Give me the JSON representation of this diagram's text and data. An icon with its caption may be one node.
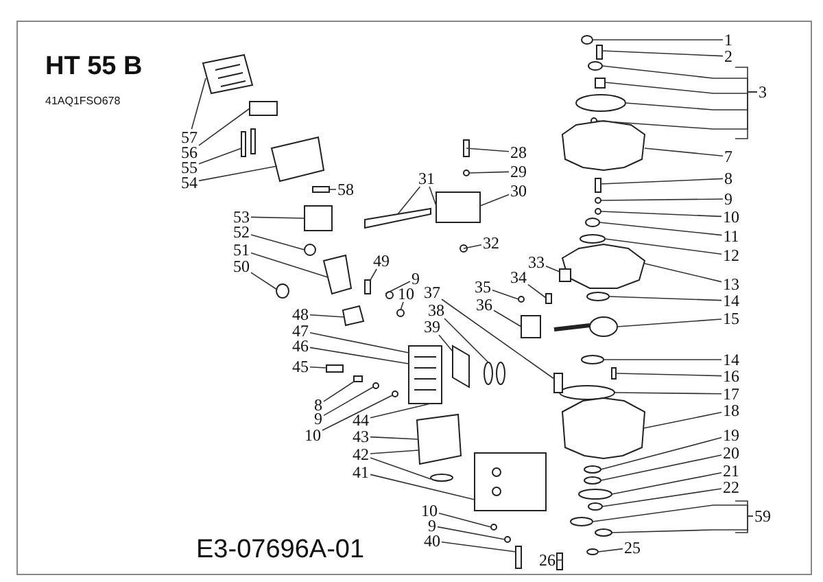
{
  "diagram": {
    "title": "HT 55 B",
    "nodes": [
      {
        "text": [
          "1"
        ]
      },
      {
        "text": [
          "2"
        ]
      },
      {
        "text": [
          "3"
        ]
      },
      {
        "text": [
          "7"
        ]
      },
      {
        "text": [
          "8"
        ]
      },
      {
        "text": [
          "9"
        ]
      },
      {
        "text": [
          "10"
        ]
      },
      {
        "text": [
          "11"
        ]
      },
      {
        "text": [
          "12"
        ]
      },
      {
        "text": [
          "13"
        ]
      },
      {
        "text": [
          "14"
        ]
      },
      {
        "text": [
          "15"
        ]
      },
      {
        "text": [
          "14"
        ]
      },
      {
        "text": [
          "16"
        ]
      },
      {
        "text": [
          "17"
        ]
      },
      {
        "text": [
          "18"
        ]
      },
      {
        "text": [
          "19"
        ]
      },
      {
        "text": [
          "20"
        ]
      },
      {
        "text": [
          "21"
        ]
      },
      {
        "text": [
          "22"
        ]
      },
      {
        "text": [
          "59"
        ]
      },
      {
        "text": [
          "25"
        ]
      },
      {
        "text": [
          "26"
        ]
      },
      {
        "text": [
          "28"
        ]
      },
      {
        "text": [
          "29"
        ]
      },
      {
        "text": [
          "30"
        ]
      },
      {
        "text": [
          "31"
        ]
      },
      {
        "text": [
          "32"
        ]
      },
      {
        "text": [
          "33"
        ]
      },
      {
        "text": [
          "34"
        ]
      },
      {
        "text": [
          "35"
        ]
      },
      {
        "text": [
          "36"
        ]
      },
      {
        "text": [
          "37"
        ]
      },
      {
        "text": [
          "38"
        ]
      },
      {
        "text": [
          "39"
        ]
      },
      {
        "text": [
          "40"
        ]
      },
      {
        "text": [
          "9"
        ]
      },
      {
        "text": [
          "10"
        ]
      },
      {
        "text": [
          "41"
        ]
      },
      {
        "text": [
          "42"
        ]
      },
      {
        "text": [
          "43"
        ]
      },
      {
        "text": [
          "44"
        ]
      },
      {
        "text": [
          "10"
        ]
      },
      {
        "text": [
          "9"
        ]
      },
      {
        "text": [
          "8"
        ]
      },
      {
        "text": [
          "45"
        ]
      },
      {
        "text": [
          "46"
        ]
      },
      {
        "text": [
          "47"
        ]
      },
      {
        "text": [
          "48"
        ]
      },
      {
        "text": [
          "10"
        ]
      },
      {
        "text": [
          "9"
        ]
      },
      {
        "text": [
          "49"
        ]
      },
      {
        "text": [
          "50"
        ]
      },
      {
        "text": [
          "51"
        ]
      },
      {
        "text": [
          "52"
        ]
      },
      {
        "text": [
          "53"
        ]
      },
      {
        "text": [
          "54"
        ]
      },
      {
        "text": [
          "55"
        ]
      },
      {
        "text": [
          "56"
        ]
      },
      {
        "text": [
          "57"
        ]
      },
      {
        "text": [
          "58"
        ]
      },
      {
        "text": [],
        "shape": "circle"
      },
      {
        "text": [],
        "shape": "box"
      },
      {
        "text": [],
        "shape": "circle"
      },
      {
        "text": [],
        "shape": "box"
      },
      {
        "text": [],
        "shape": "circle"
      },
      {
        "text": [],
        "shape": "circle"
      },
      {
        "text": [],
        "shape": "box"
      },
      {
        "text": [],
        "shape": "box"
      },
      {
        "text": [],
        "shape": "circle"
      },
      {
        "text": [],
        "shape": "circle"
      },
      {
        "text": [],
        "shape": "circle"
      },
      {
        "text": [],
        "shape": "circle"
      },
      {
        "text": [],
        "shape": "box"
      },
      {
        "text": [],
        "shape": "circle"
      },
      {
        "text": [],
        "shape": "circle"
      },
      {
        "text": [],
        "shape": "circle"
      },
      {
        "text": [],
        "shape": "box"
      },
      {
        "text": [],
        "shape": "circle"
      },
      {
        "text": [],
        "shape": "box"
      },
      {
        "text": [],
        "shape": "circle"
      },
      {
        "text": [],
        "shape": "circle"
      },
      {
        "text": [],
        "shape": "circle"
      },
      {
        "text": [],
        "shape": "circle"
      },
      {
        "text": [],
        "shape": "circle"
      },
      {
        "text": [],
        "shape": "circle"
      },
      {
        "text": [],
        "shape": "circle"
      },
      {
        "text": [],
        "shape": "box"
      },
      {
        "text": [],
        "shape": "box"
      },
      {
        "text": [],
        "shape": "circle"
      },
      {
        "text": [],
        "shape": "box"
      },
      {
        "text": [],
        "shape": "box"
      },
      {
        "text": [],
        "shape": "circle"
      },
      {
        "text": [],
        "shape": "box"
      },
      {
        "text": [],
        "shape": "box"
      },
      {
        "text": [],
        "shape": "circle"
      },
      {
        "text": [],
        "shape": "box"
      },
      {
        "text": [],
        "shape": "box"
      },
      {
        "text": [],
        "shape": "circle"
      },
      {
        "text": [],
        "shape": "box"
      },
      {
        "text": [],
        "shape": "box"
      },
      {
        "text": [],
        "shape": "circle"
      },
      {
        "text": [],
        "shape": "circle"
      },
      {
        "text": [],
        "shape": "box"
      },
      {
        "text": [],
        "shape": "box"
      },
      {
        "text": [],
        "shape": "circle"
      },
      {
        "text": [],
        "shape": "box"
      },
      {
        "text": [],
        "shape": "circle"
      },
      {
        "text": [],
        "shape": "circle"
      },
      {
        "text": [],
        "shape": "box"
      },
      {
        "text": [],
        "shape": "box"
      },
      {
        "text": [],
        "shape": "box"
      },
      {
        "text": [],
        "shape": "circle"
      },
      {
        "text": [],
        "shape": "circle"
      },
      {
        "text": [],
        "shape": "box"
      },
      {
        "text": [],
        "shape": "circle"
      },
      {
        "text": [],
        "shape": "box"
      },
      {
        "text": [],
        "shape": "circle"
      },
      {
        "text": [],
        "shape": "box"
      },
      {
        "text": [],
        "shape": "box"
      },
      {
        "text": [],
        "shape": "box"
      },
      {
        "text": [],
        "shape": "box"
      },
      {
        "text": [],
        "shape": "picture"
      },
      {
        "text": [],
        "shape": "box"
      }
    ],
    "edges": [
      {
        "from": 0,
        "to": 61,
        "arrow": "none"
      },
      {
        "from": 1,
        "to": 62,
        "arrow": "none"
      },
      {
        "from": 2,
        "to": 63,
        "arrow": "none"
      },
      {
        "from": 2,
        "to": 64,
        "arrow": "none"
      },
      {
        "from": 2,
        "to": 65,
        "arrow": "none"
      },
      {
        "from": 2,
        "to": 66,
        "arrow": "none"
      },
      {
        "from": 3,
        "to": 67,
        "arrow": "none"
      },
      {
        "from": 4,
        "to": 68,
        "arrow": "none"
      },
      {
        "from": 5,
        "to": 69,
        "arrow": "none"
      },
      {
        "from": 6,
        "to": 70,
        "arrow": "none"
      },
      {
        "from": 7,
        "to": 71,
        "arrow": "none"
      },
      {
        "from": 8,
        "to": 72,
        "arrow": "none"
      },
      {
        "from": 9,
        "to": 73,
        "arrow": "none"
      },
      {
        "from": 10,
        "to": 74,
        "arrow": "none"
      },
      {
        "from": 11,
        "to": 75,
        "arrow": "none"
      },
      {
        "from": 12,
        "to": 76,
        "arrow": "none"
      },
      {
        "from": 13,
        "to": 77,
        "arrow": "none"
      },
      {
        "from": 14,
        "to": 78,
        "arrow": "none"
      },
      {
        "from": 15,
        "to": 79,
        "arrow": "none"
      },
      {
        "from": 16,
        "to": 80,
        "arrow": "none"
      },
      {
        "from": 17,
        "to": 81,
        "arrow": "none"
      },
      {
        "from": 18,
        "to": 82,
        "arrow": "none"
      },
      {
        "from": 19,
        "to": 83,
        "arrow": "none"
      },
      {
        "from": 20,
        "to": 84,
        "arrow": "none"
      },
      {
        "from": 20,
        "to": 85,
        "arrow": "none"
      },
      {
        "from": 21,
        "to": 86,
        "arrow": "none"
      },
      {
        "from": 22,
        "to": 87,
        "arrow": "none"
      },
      {
        "from": 23,
        "to": 88,
        "arrow": "none"
      },
      {
        "from": 24,
        "to": 89,
        "arrow": "none"
      },
      {
        "from": 25,
        "to": 90,
        "arrow": "none"
      },
      {
        "from": 26,
        "to": 91,
        "arrow": "none"
      },
      {
        "from": 26,
        "to": 90,
        "arrow": "none"
      },
      {
        "from": 27,
        "to": 92,
        "arrow": "none"
      },
      {
        "from": 28,
        "to": 93,
        "arrow": "none"
      },
      {
        "from": 29,
        "to": 94,
        "arrow": "none"
      },
      {
        "from": 30,
        "to": 95,
        "arrow": "none"
      },
      {
        "from": 31,
        "to": 96,
        "arrow": "none"
      },
      {
        "from": 32,
        "to": 97,
        "arrow": "none"
      },
      {
        "from": 33,
        "to": 98,
        "arrow": "none"
      },
      {
        "from": 34,
        "to": 99,
        "arrow": "none"
      },
      {
        "from": 35,
        "to": 100,
        "arrow": "none"
      },
      {
        "from": 36,
        "to": 101,
        "arrow": "none"
      },
      {
        "from": 37,
        "to": 102,
        "arrow": "none"
      },
      {
        "from": 38,
        "to": 103,
        "arrow": "none"
      },
      {
        "from": 39,
        "to": 104,
        "arrow": "none"
      },
      {
        "from": 39,
        "to": 105,
        "arrow": "none"
      },
      {
        "from": 40,
        "to": 104,
        "arrow": "none"
      },
      {
        "from": 41,
        "to": 106,
        "arrow": "none"
      },
      {
        "from": 42,
        "to": 107,
        "arrow": "none"
      },
      {
        "from": 43,
        "to": 108,
        "arrow": "none"
      },
      {
        "from": 44,
        "to": 109,
        "arrow": "none"
      },
      {
        "from": 45,
        "to": 110,
        "arrow": "none"
      },
      {
        "from": 46,
        "to": 106,
        "arrow": "none"
      },
      {
        "from": 47,
        "to": 106,
        "arrow": "none"
      },
      {
        "from": 48,
        "to": 111,
        "arrow": "none"
      },
      {
        "from": 49,
        "to": 112,
        "arrow": "none"
      },
      {
        "from": 50,
        "to": 113,
        "arrow": "none"
      },
      {
        "from": 51,
        "to": 114,
        "arrow": "none"
      },
      {
        "from": 52,
        "to": 115,
        "arrow": "none"
      },
      {
        "from": 53,
        "to": 116,
        "arrow": "none"
      },
      {
        "from": 54,
        "to": 117,
        "arrow": "none"
      },
      {
        "from": 55,
        "to": 118,
        "arrow": "none"
      },
      {
        "from": 56,
        "to": 119,
        "arrow": "none"
      },
      {
        "from": 57,
        "to": 120,
        "arrow": "none"
      },
      {
        "from": 58,
        "to": 121,
        "arrow": "none"
      },
      {
        "from": 59,
        "to": 122,
        "arrow": "none"
      },
      {
        "from": 60,
        "to": 123,
        "arrow": "none"
      }
    ],
    "labels": [
      "41AQ1FSO678",
      "E3-07696A-01"
    ]
  }
}
